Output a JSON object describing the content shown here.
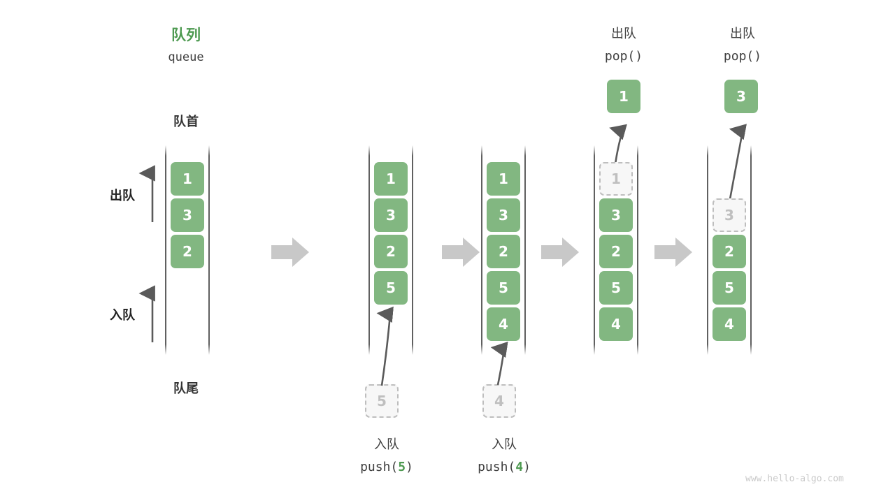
{
  "diagram": {
    "title_cn": "队列",
    "title_en": "queue",
    "head_label": "队首",
    "tail_label": "队尾",
    "dequeue_label": "出队",
    "enqueue_label": "入队",
    "watermark": "www.hello-algo.com",
    "accent_color": "#4E9A51",
    "cell_color": "#82B781",
    "ghost_color": "#BFBFBF",
    "arrow_color": "#5A5A5A",
    "step_arrow_color": "#C8C8C8"
  },
  "columns": [
    {
      "id": "col-initial",
      "cells": [
        "1",
        "3",
        "2"
      ],
      "ghost": null,
      "popped": null,
      "top_label_cn": null,
      "top_label_code": null,
      "bottom_label_cn": null,
      "bottom_label_code_pre": null,
      "bottom_label_code_arg": null,
      "bottom_label_code_post": null
    },
    {
      "id": "col-push-5",
      "cells": [
        "1",
        "3",
        "2",
        "5"
      ],
      "ghost": "5",
      "popped": null,
      "top_label_cn": null,
      "top_label_code": null,
      "bottom_label_cn": "入队",
      "bottom_label_code_pre": "push(",
      "bottom_label_code_arg": "5",
      "bottom_label_code_post": ")"
    },
    {
      "id": "col-push-4",
      "cells": [
        "1",
        "3",
        "2",
        "5",
        "4"
      ],
      "ghost": "4",
      "popped": null,
      "top_label_cn": null,
      "top_label_code": null,
      "bottom_label_cn": "入队",
      "bottom_label_code_pre": "push(",
      "bottom_label_code_arg": "4",
      "bottom_label_code_post": ")"
    },
    {
      "id": "col-pop-1",
      "cells": [
        "3",
        "2",
        "5",
        "4"
      ],
      "ghost": "1",
      "popped": "1",
      "top_label_cn": "出队",
      "top_label_code": "pop()",
      "bottom_label_cn": null,
      "bottom_label_code_pre": null,
      "bottom_label_code_arg": null,
      "bottom_label_code_post": null
    },
    {
      "id": "col-pop-3",
      "cells": [
        "2",
        "5",
        "4"
      ],
      "ghost": "3",
      "popped": "3",
      "top_label_cn": "出队",
      "top_label_code": "pop()",
      "bottom_label_cn": null,
      "bottom_label_code_pre": null,
      "bottom_label_code_arg": null,
      "bottom_label_code_post": null
    }
  ]
}
